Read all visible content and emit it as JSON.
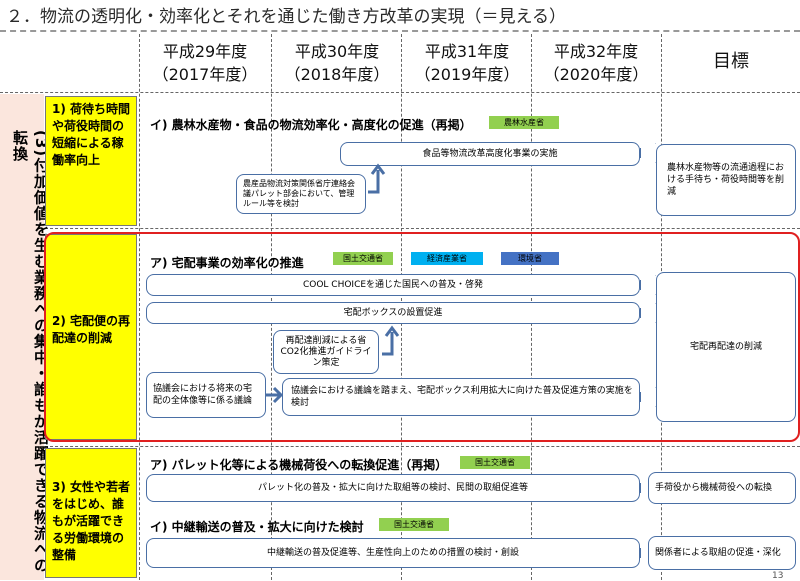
{
  "title": "２．物流の透明化・効率化とそれを通じた働き方改革の実現（＝見える）",
  "years": [
    {
      "line1": "平成29年度",
      "line2": "（2017年度）"
    },
    {
      "line1": "平成30年度",
      "line2": "（2018年度）"
    },
    {
      "line1": "平成31年度",
      "line2": "（2019年度）"
    },
    {
      "line1": "平成32年度",
      "line2": "（2020年度）"
    }
  ],
  "goal_header": "目標",
  "side_label": "(3)付加価値を生む業務への集中・誰もが活躍できる物流への転換",
  "rows": [
    {
      "label": "1) 荷待ち時間や荷役時間の短縮による稼働率向上"
    },
    {
      "label": "2) 宅配便の再配達の削減"
    },
    {
      "label": "3) 女性や若者をはじめ、誰もが活躍できる労働環境の整備"
    }
  ],
  "sec1": {
    "heading": "イ) 農林水産物・食品の物流効率化・高度化の促進（再掲）",
    "tag": "農林水産省",
    "main_bar": "食品等物流改革高度化事業の実施",
    "small_box": "農産品物流対策関係省庁連絡会議パレット部会において、管理ルール等を検討",
    "goal": "農林水産物等の流通過程における手待ち・荷役時間等を削減"
  },
  "sec2": {
    "heading": "ア) 宅配事業の効率化の推進",
    "tags": [
      "国土交通省",
      "経済産業省",
      "環境省"
    ],
    "bar1": "COOL CHOICEを通じた国民への普及・啓発",
    "bar2": "宅配ボックスの設置促進",
    "small_box": "再配達削減による省CO2化推進ガイドライン策定",
    "left_box": "協議会における将来の宅配の全体像等に係る議論",
    "bar3": "協議会における議論を踏まえ、宅配ボックス利用拡大に向けた普及促進方策の実施を検討",
    "goal": "宅配再配達の削減"
  },
  "sec3": {
    "heading": "ア) パレット化等による機械荷役への転換促進（再掲）",
    "tag": "国土交通省",
    "bar": "パレット化の普及・拡大に向けた取組等の検討、民間の取組促進等",
    "goal": "手荷役から機械荷役への転換"
  },
  "sec4": {
    "heading": "イ) 中継輸送の普及・拡大に向けた検討",
    "tag": "国土交通省",
    "bar": "中継輸送の普及促進等、生産性向上のための措置の検討・創設",
    "goal": "関係者による取組の促進・深化"
  },
  "page_number": "13",
  "colors": {
    "tag_green": "#92d050",
    "tag_cyan": "#00b0f0",
    "tag_blue": "#4472c4",
    "red": "#e02020",
    "yellow": "#ffff00"
  }
}
